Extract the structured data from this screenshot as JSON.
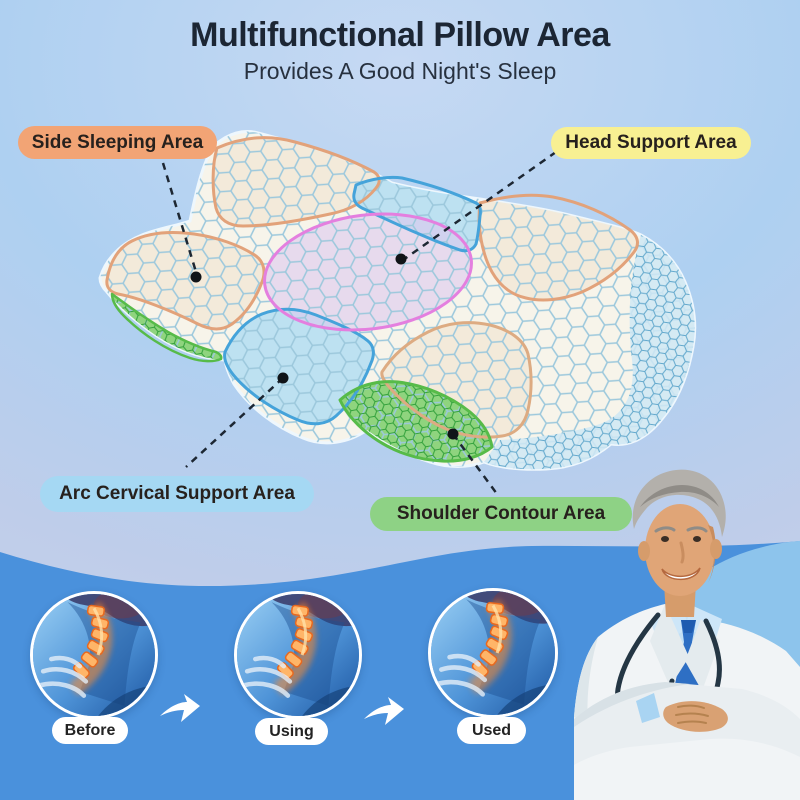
{
  "header": {
    "title": "Multifunctional Pillow Area",
    "subtitle": "Provides A Good Night's Sleep"
  },
  "pillow": {
    "labels": {
      "side_sleeping": "Side Sleeping Area",
      "head_support": "Head Support Area",
      "arc_cervical": "Arc Cervical Support Area",
      "shoulder_contour": "Shoulder Contour Area"
    }
  },
  "comparison": {
    "steps": [
      {
        "label": "Before"
      },
      {
        "label": "Using"
      },
      {
        "label": "Used"
      }
    ]
  },
  "colors": {
    "label_side_sleeping_bg": "#f2a475",
    "label_head_support_bg": "#f8f092",
    "label_arc_cervical_bg": "#a5d8f3",
    "label_shoulder_contour_bg": "#8ed285",
    "wave_blue": "#4a91dc",
    "highlight_disc_blue": "#8dc4ec",
    "background_top": "#a9cef1",
    "title_text": "#1c2634",
    "zone_outline_orange": "#e2a27a",
    "zone_outline_blue": "#45a3da",
    "zone_outline_pink": "#e47fdf",
    "zone_outline_green": "#57bb49",
    "xray_spine_orange": "#ff8d2e"
  }
}
